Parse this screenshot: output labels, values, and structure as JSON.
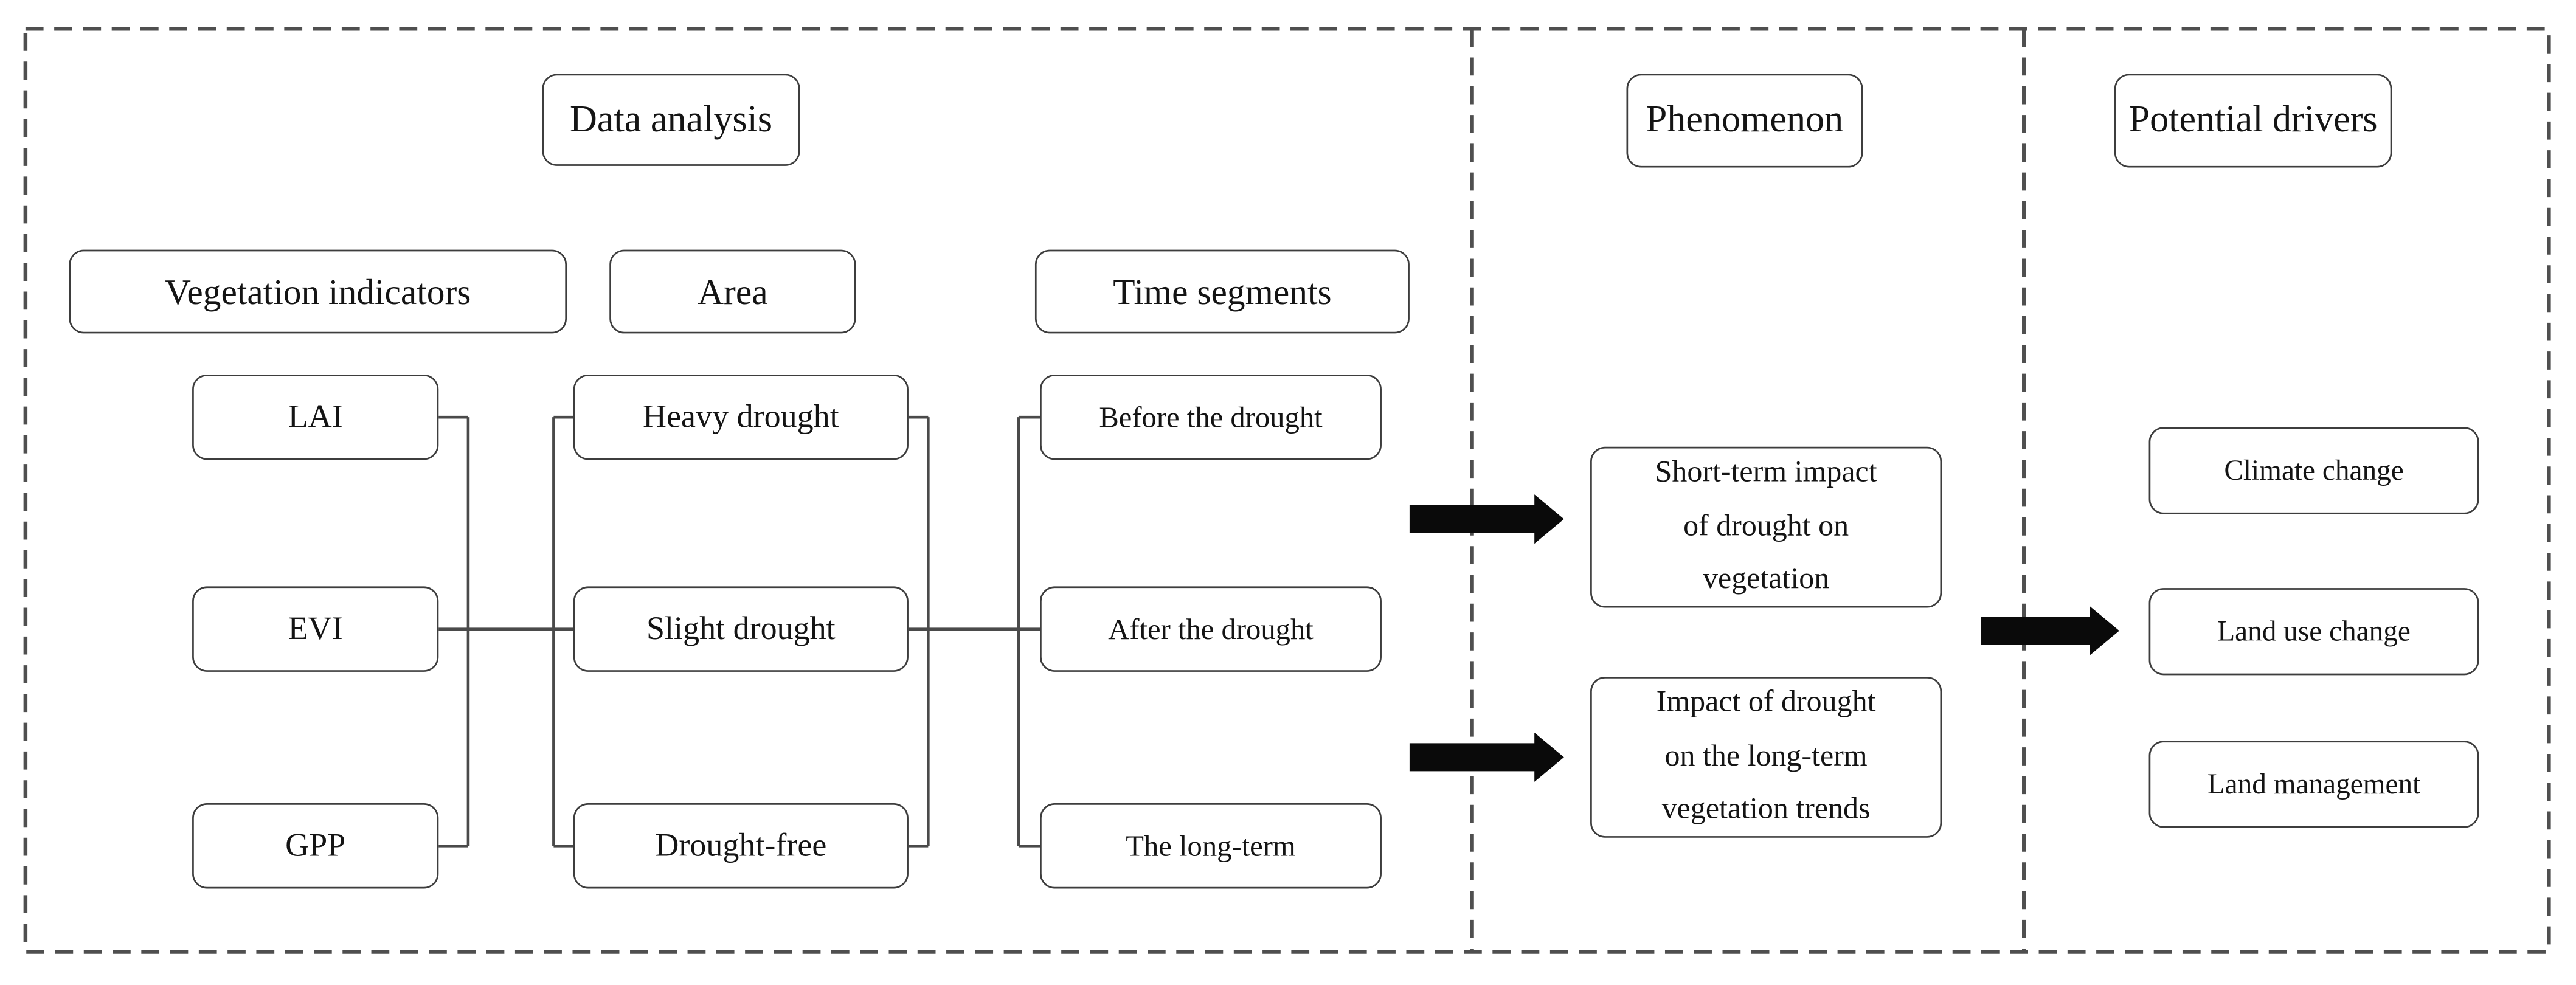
{
  "colors": {
    "background": "#ffffff",
    "box_border": "#3d3d3d",
    "connector_line": "#4a4a4a",
    "dashed_frame": "#4f4f4f",
    "arrow": "#0a0a0a",
    "text": "#141414"
  },
  "sections": {
    "data_analysis": {
      "title": "Data analysis"
    },
    "phenomenon": {
      "title": "Phenomenon"
    },
    "potential_drivers": {
      "title": "Potential drivers"
    }
  },
  "columns": {
    "vegetation_indicators": {
      "header": "Vegetation indicators",
      "items": [
        "LAI",
        "EVI",
        "GPP"
      ]
    },
    "area": {
      "header": "Area",
      "items": [
        "Heavy drought",
        "Slight drought",
        "Drought-free"
      ]
    },
    "time_segments": {
      "header": "Time segments",
      "items": [
        "Before the drought",
        "After the drought",
        "The long-term"
      ]
    }
  },
  "phenomena": [
    {
      "line1": "Short-term impact",
      "line2": "of drought on",
      "line3": "vegetation"
    },
    {
      "line1": "Impact of drought",
      "line2": "on the long-term",
      "line3": "vegetation trends"
    }
  ],
  "drivers": {
    "items": [
      "Climate change",
      "Land use change",
      "Land management"
    ]
  }
}
